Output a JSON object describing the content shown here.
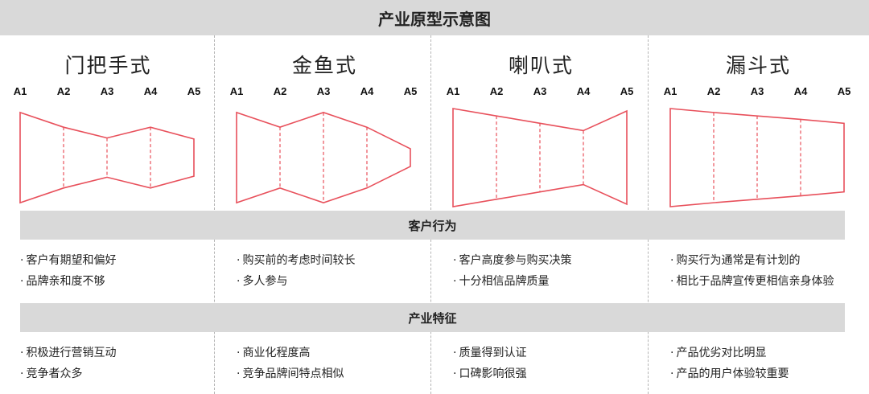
{
  "title": "产业原型示意图",
  "position_labels": [
    "A1",
    "A2",
    "A3",
    "A4",
    "A5"
  ],
  "colors": {
    "outline": "#e8505b",
    "bar_bg": "#d9d9d9"
  },
  "sections": {
    "behavior": "客户行为",
    "industry": "产业特征"
  },
  "columns": [
    {
      "name": "门把手式",
      "widths": [
        0.92,
        0.62,
        0.4,
        0.62,
        0.38
      ],
      "behavior": [
        "客户有期望和偏好",
        "品牌亲和度不够"
      ],
      "industry": [
        "积极进行营销互动",
        "竞争者众多"
      ]
    },
    {
      "name": "金鱼式",
      "widths": [
        0.92,
        0.62,
        0.92,
        0.62,
        0.18
      ],
      "behavior": [
        "购买前的考虑时间较长",
        "多人参与"
      ],
      "industry": [
        "商业化程度高",
        "竞争品牌间特点相似"
      ]
    },
    {
      "name": "喇叭式",
      "widths": [
        1.0,
        0.85,
        0.7,
        0.55,
        0.95
      ],
      "behavior": [
        "客户高度参与购买决策",
        "十分相信品牌质量"
      ],
      "industry": [
        "质量得到认证",
        "口碑影响很强"
      ]
    },
    {
      "name": "漏斗式",
      "widths": [
        1.0,
        0.92,
        0.85,
        0.78,
        0.7
      ],
      "behavior": [
        "购买行为通常是有计划的",
        "相比于品牌宣传更相信亲身体验"
      ],
      "industry": [
        "产品优劣对比明显",
        "产品的用户体验较重要"
      ]
    }
  ]
}
